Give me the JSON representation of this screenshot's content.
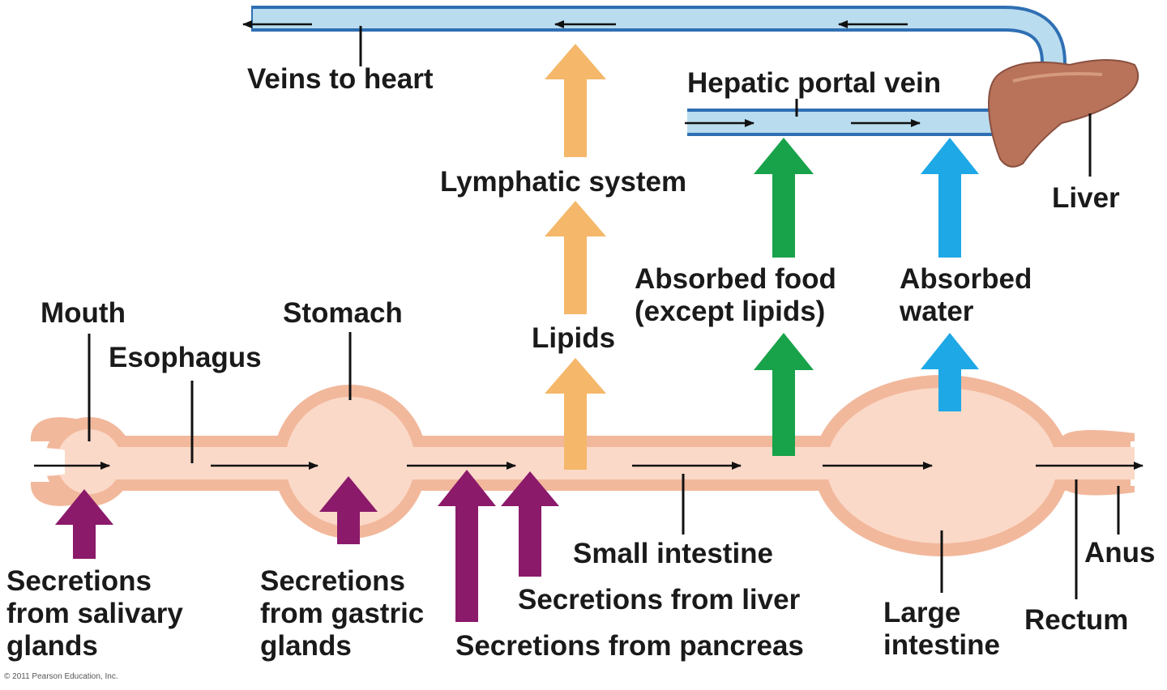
{
  "labels": {
    "veins": "Veins to heart",
    "hepatic": "Hepatic portal vein",
    "lymphatic": "Lymphatic system",
    "liver": "Liver",
    "mouth": "Mouth",
    "esophagus": "Esophagus",
    "stomach": "Stomach",
    "lipids": "Lipids",
    "absorbed_food_1": "Absorbed food",
    "absorbed_food_2": "(except lipids)",
    "absorbed_water_1": "Absorbed",
    "absorbed_water_2": "water",
    "salivary_1": "Secretions",
    "salivary_2": "from salivary",
    "salivary_3": "glands",
    "gastric_1": "Secretions",
    "gastric_2": "from gastric",
    "gastric_3": "glands",
    "small_intestine": "Small intestine",
    "from_liver": "Secretions from liver",
    "from_pancreas": "Secretions from pancreas",
    "large_intestine_1": "Large",
    "large_intestine_2": "intestine",
    "rectum": "Rectum",
    "anus": "Anus",
    "copyright": "© 2011 Pearson Education, Inc."
  },
  "colors": {
    "vessel_fill": "#b9dcef",
    "vessel_edge": "#2f6fb3",
    "tract_outer": "#f2b89c",
    "tract_inner": "#fbd9c8",
    "liver": "#b8735a",
    "secretion_arrow": "#8b1a6b",
    "lipid_arrow": "#f5b76a",
    "food_arrow": "#18a24a",
    "water_arrow": "#1ea8e6"
  }
}
